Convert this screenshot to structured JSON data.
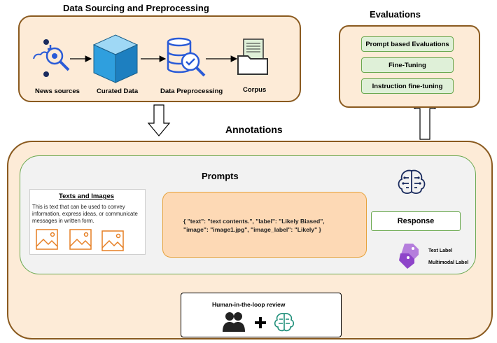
{
  "sourcing": {
    "title": "Data Sourcing and Preprocessing",
    "steps": [
      "News sources",
      "Curated Data",
      "Data Preprocessing",
      "Corpus"
    ]
  },
  "evaluations": {
    "title": "Evaluations",
    "items": [
      "Prompt based Evaluations",
      "Fine-Tuning",
      "Instruction fine-tuning"
    ]
  },
  "annotations": {
    "title": "Annotations",
    "prompts_title": "Prompts",
    "texts_images": {
      "heading": "Texts and Images",
      "body": "This is text that can be used to convey information, express ideas, or communicate messages in written form."
    },
    "json_example": "{ \"text\": \"text contents.\", \"label\": \"Likely Biased\",\n\"image\": \"image1.jpg\", \"image_label\": \"Likely\" }",
    "response": "Response",
    "tags": [
      "Text Label",
      "Multimodal Label"
    ],
    "human_review": "Human-in-the-loop review"
  },
  "colors": {
    "orange_fill": "#fdebd7",
    "orange_border": "#8a5a1f",
    "green_fill": "#dff0d8",
    "green_border": "#6aa84f",
    "blue_icon": "#2a5bd7",
    "teal_icon": "#1f8f7a",
    "purple_tag": "#8e44c9"
  }
}
